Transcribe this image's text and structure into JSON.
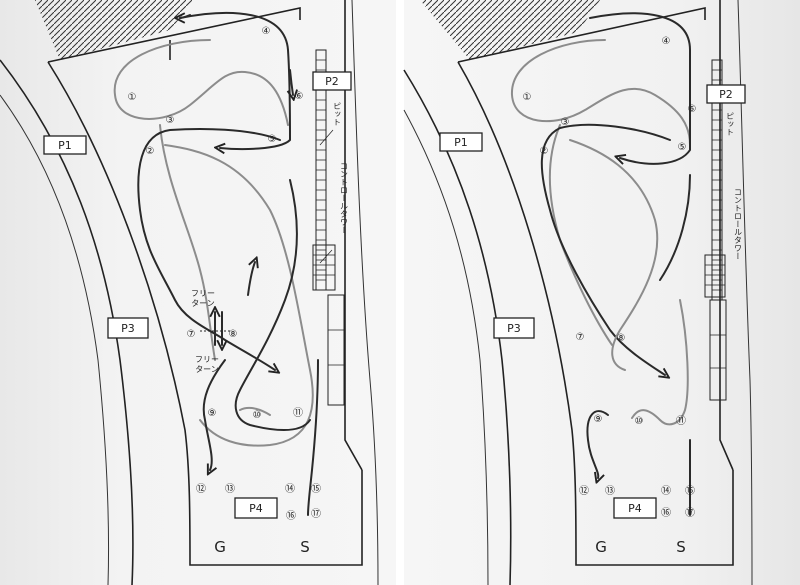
{
  "panels": [
    {
      "id": "left",
      "parking": [
        "P1",
        "P2",
        "P3",
        "P4"
      ],
      "markers": [
        "①",
        "②",
        "③",
        "④",
        "⑤",
        "⑥",
        "⑦",
        "⑧",
        "⑨",
        "⑩",
        "⑪",
        "⑫",
        "⑬",
        "⑭",
        "⑮",
        "⑯",
        "⑰"
      ],
      "pit_label": "ピット",
      "tower_label": "コントロールタワー",
      "free_turn_upper": [
        "フリー",
        "ターン"
      ],
      "free_turn_lower": [
        "フリー",
        "ターン"
      ],
      "goal": "G",
      "start": "S"
    },
    {
      "id": "right",
      "parking": [
        "P1",
        "P2",
        "P3",
        "P4"
      ],
      "markers": [
        "①",
        "②",
        "③",
        "④",
        "⑤",
        "⑥",
        "⑦",
        "⑧",
        "⑨",
        "⑩",
        "⑪",
        "⑫",
        "⑬",
        "⑭",
        "⑮",
        "⑯",
        "⑰"
      ],
      "pit_label": "ピット",
      "tower_label": "コントロールタワー",
      "goal": "G",
      "start": "S"
    }
  ]
}
